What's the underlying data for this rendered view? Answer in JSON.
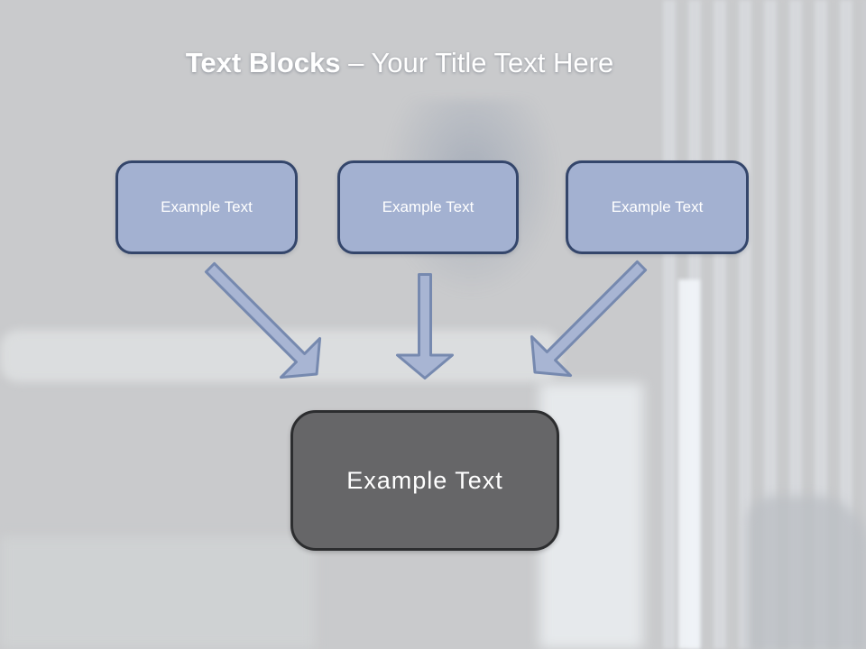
{
  "slide": {
    "title": {
      "bold": "Text Blocks",
      "regular": "– Your Title Text Here"
    },
    "boxes": [
      {
        "label": "Example Text"
      },
      {
        "label": "Example Text"
      },
      {
        "label": "Example Text"
      }
    ],
    "center_box": {
      "label": "Example Text"
    },
    "arrows": [
      {
        "name": "diagonal-arrow-down-right"
      },
      {
        "name": "straight-arrow-down"
      },
      {
        "name": "diagonal-arrow-down-left"
      }
    ],
    "colors": {
      "header_top": "#4e5c78",
      "header_bottom": "#7285a9",
      "background": "#c9cacc",
      "box_fill": "#a3b1d1",
      "box_border": "#34466b",
      "arrow_fill": "#a8b5d3",
      "arrow_border": "#7689af",
      "center_fill": "#666668",
      "center_border": "#2c2d2f",
      "text": "#ffffff"
    }
  }
}
